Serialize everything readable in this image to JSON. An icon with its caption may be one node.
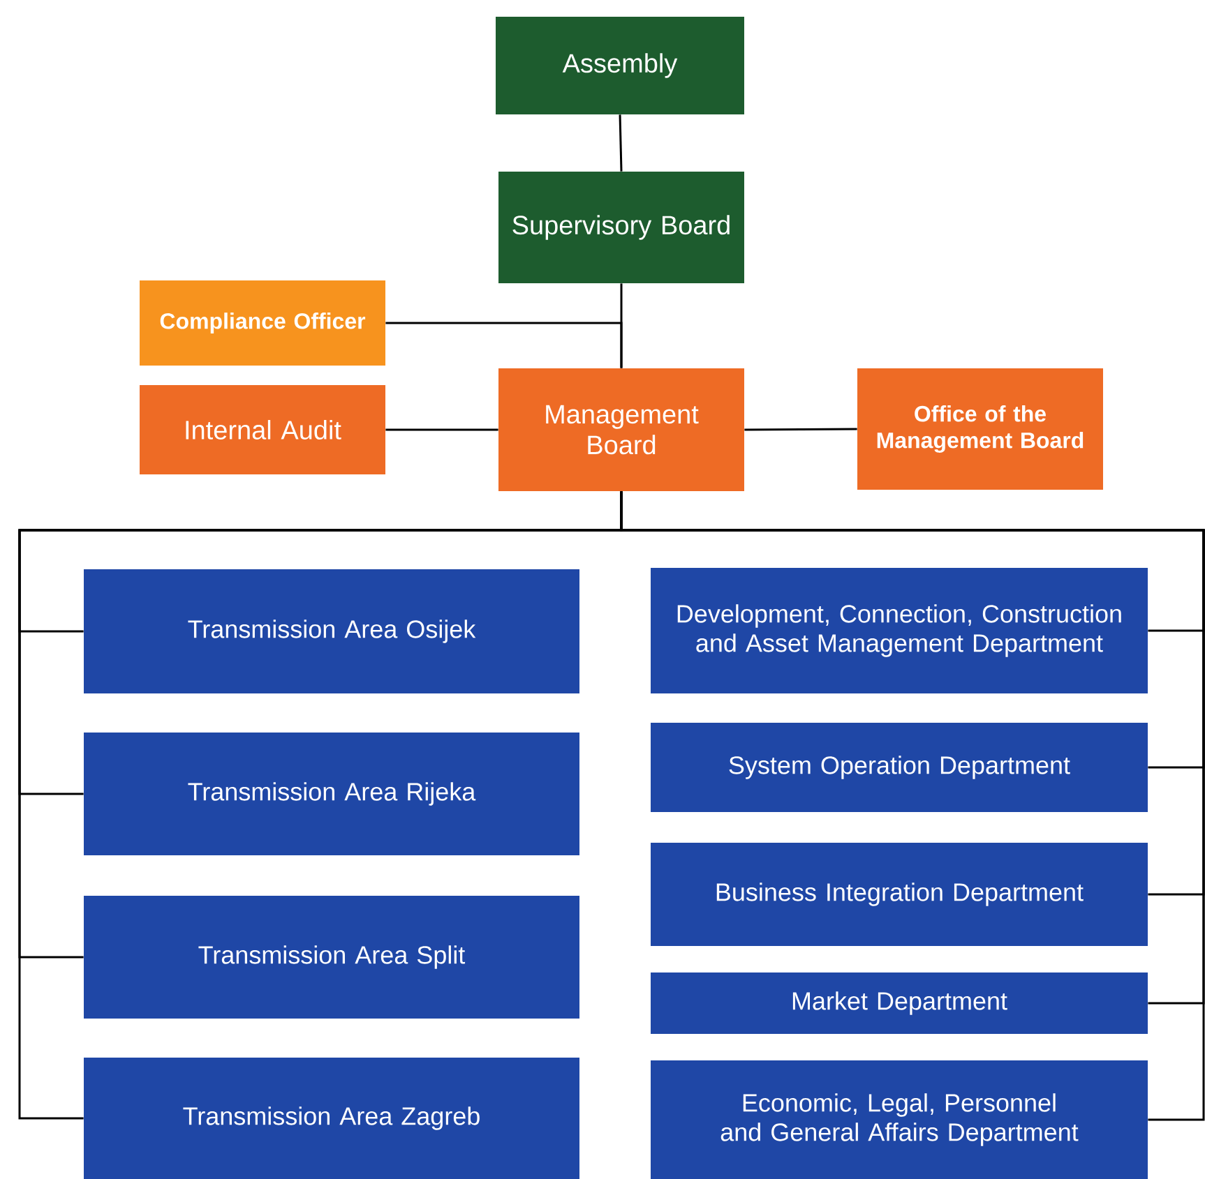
{
  "diagram": {
    "nodes": [
      {
        "text": [
          "Assembly"
        ]
      },
      {
        "text": [
          "Supervisory Board"
        ]
      },
      {
        "text": [
          "Compliance Officer"
        ]
      },
      {
        "text": [
          "Management Board"
        ]
      },
      {
        "text": [
          "Internal Audit"
        ]
      },
      {
        "text": [
          "Office of the Management Board"
        ]
      },
      {
        "text": [
          "Transmission Area Osijek"
        ]
      },
      {
        "text": [
          "Transmission Area Rijeka"
        ]
      },
      {
        "text": [
          "Transmission Area Split"
        ]
      },
      {
        "text": [
          "Transmission Area Zagreb"
        ]
      },
      {
        "text": [
          "Development, Connection, Construction and Asset Management Department"
        ]
      },
      {
        "text": [
          "System Operation Department"
        ]
      },
      {
        "text": [
          "Business Integration Department"
        ]
      },
      {
        "text": [
          "Market Department"
        ]
      },
      {
        "text": [
          "Economic, Legal, Personnel and General Affairs Department"
        ]
      }
    ],
    "edges": [
      {
        "from": 0,
        "to": 1,
        "arrow": "none"
      },
      {
        "from": 1,
        "to": 3,
        "arrow": "none"
      },
      {
        "from": 3,
        "to": 2,
        "arrow": "none"
      },
      {
        "from": 3,
        "to": 4,
        "arrow": "none"
      },
      {
        "from": 3,
        "to": 5,
        "arrow": "none"
      },
      {
        "from": 3,
        "to": 6,
        "arrow": "none"
      },
      {
        "from": 3,
        "to": 7,
        "arrow": "none"
      },
      {
        "from": 3,
        "to": 8,
        "arrow": "none"
      },
      {
        "from": 3,
        "to": 9,
        "arrow": "none"
      },
      {
        "from": 3,
        "to": 10,
        "arrow": "none"
      },
      {
        "from": 3,
        "to": 11,
        "arrow": "none"
      },
      {
        "from": 3,
        "to": 12,
        "arrow": "none"
      },
      {
        "from": 3,
        "to": 13,
        "arrow": "none"
      },
      {
        "from": 3,
        "to": 14,
        "arrow": "none"
      }
    ]
  }
}
